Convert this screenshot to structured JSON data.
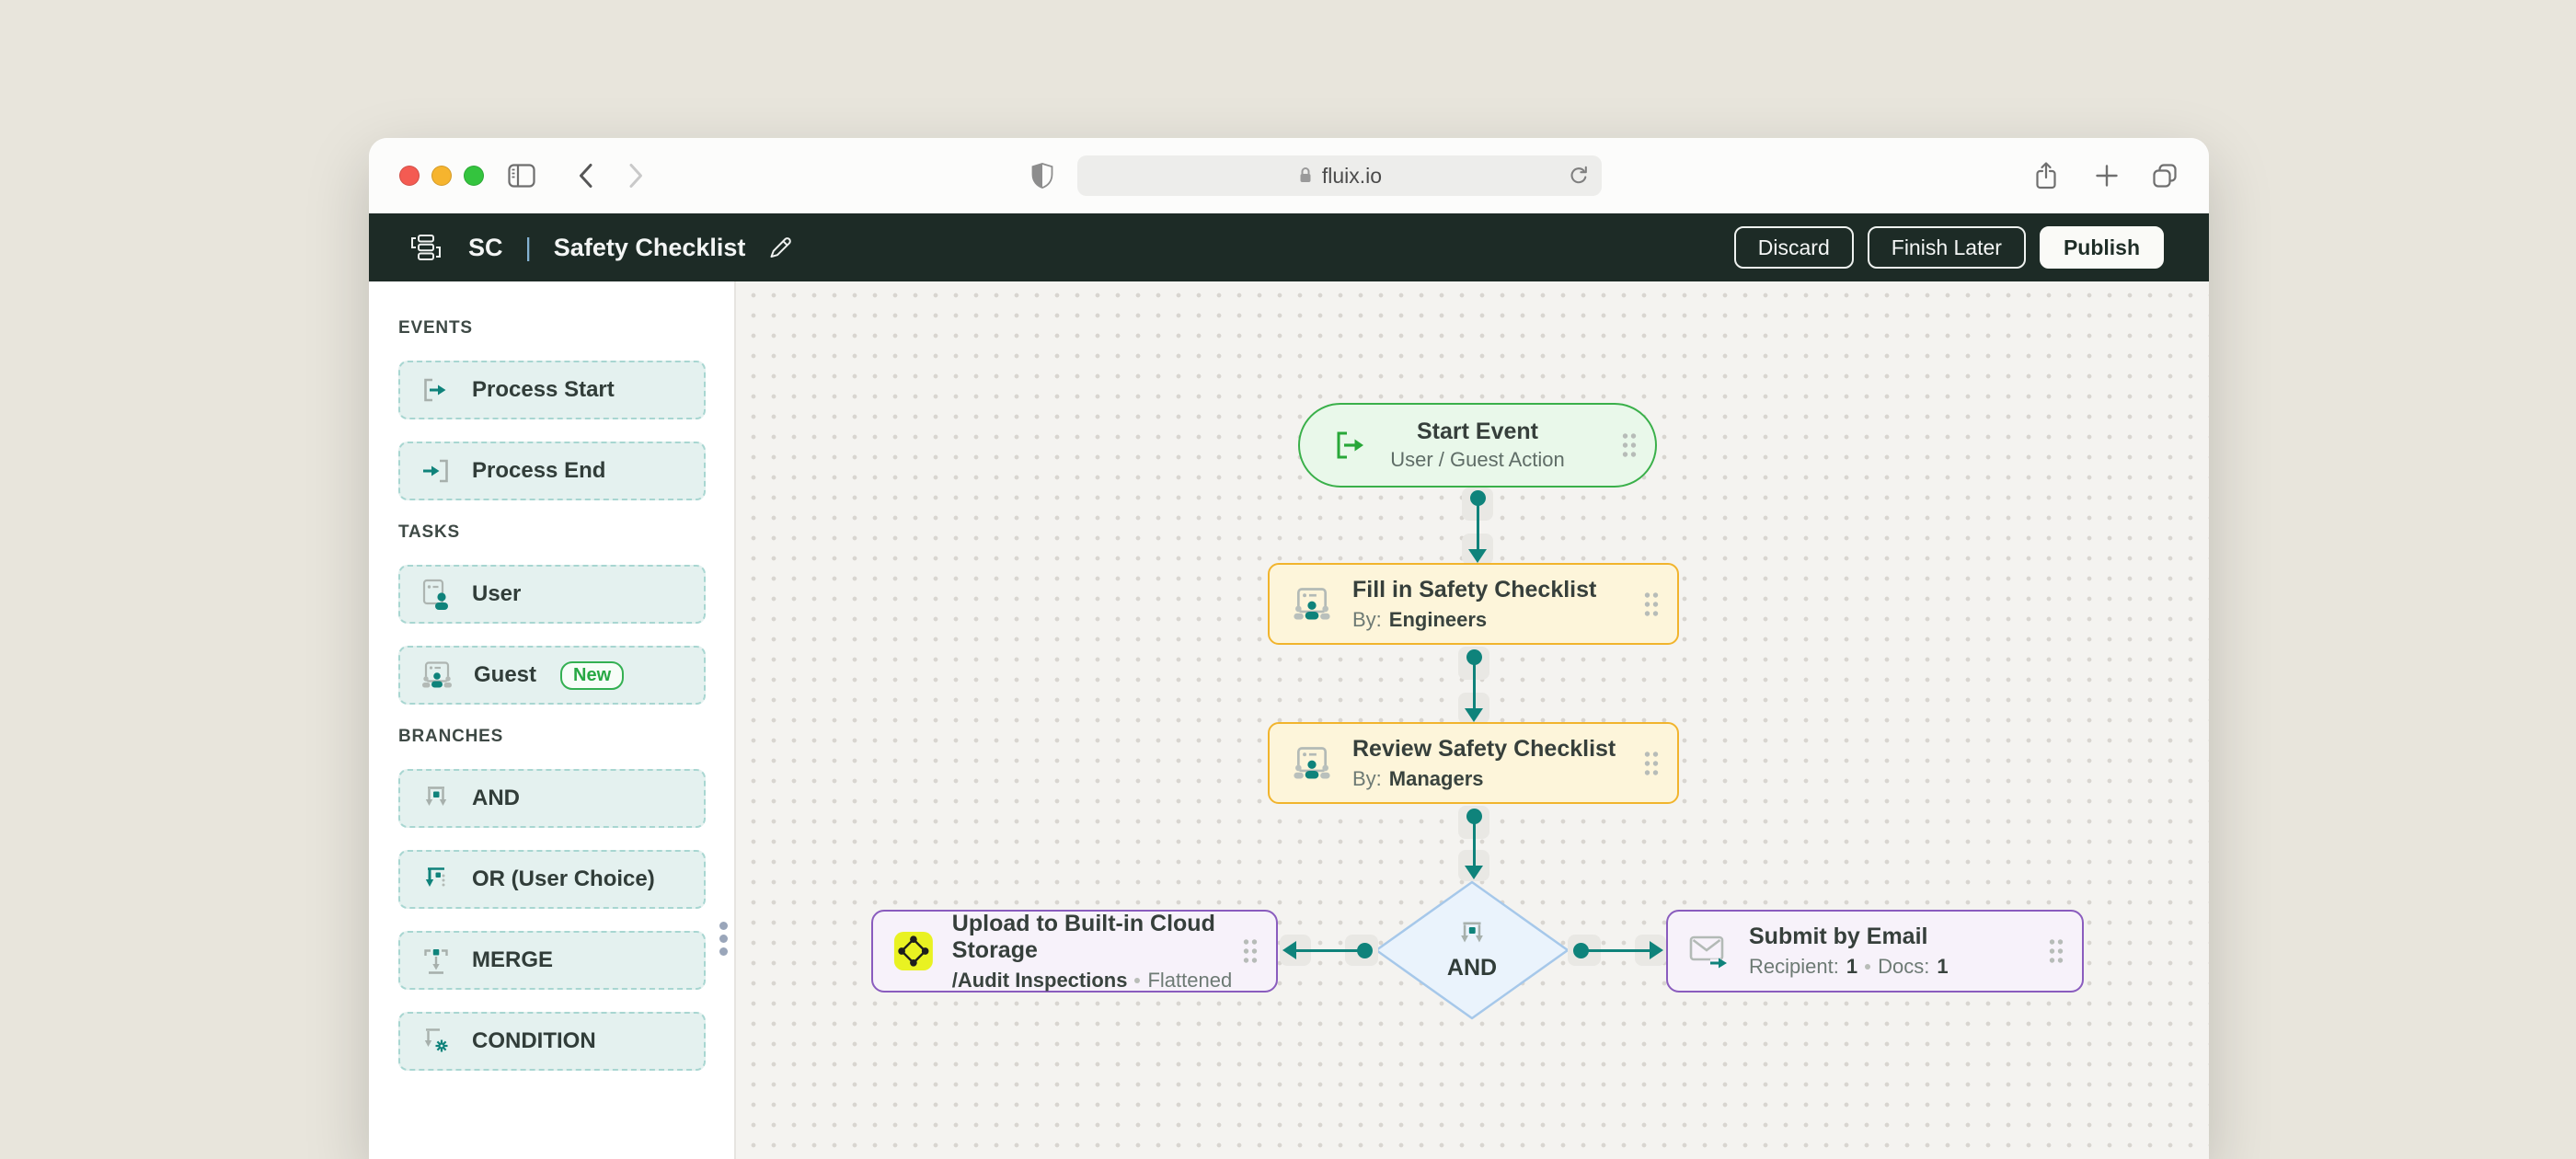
{
  "browser": {
    "url": "fluix.io"
  },
  "app_header": {
    "initials": "SC",
    "divider": "|",
    "title": "Safety Checklist",
    "buttons": {
      "discard": "Discard",
      "finish_later": "Finish Later",
      "publish": "Publish"
    }
  },
  "sidebar": {
    "sections": [
      {
        "label": "EVENTS",
        "items": [
          {
            "label": "Process Start",
            "icon": "process-start-icon"
          },
          {
            "label": "Process End",
            "icon": "process-end-icon"
          }
        ]
      },
      {
        "label": "TASKS",
        "items": [
          {
            "label": "User",
            "icon": "user-task-icon"
          },
          {
            "label": "Guest",
            "icon": "guest-task-icon",
            "badge": "New"
          }
        ]
      },
      {
        "label": "BRANCHES",
        "items": [
          {
            "label": "AND",
            "icon": "and-branch-icon"
          },
          {
            "label": "OR (User Choice)",
            "icon": "or-branch-icon"
          },
          {
            "label": "MERGE",
            "icon": "merge-branch-icon"
          },
          {
            "label": "CONDITION",
            "icon": "condition-branch-icon"
          }
        ]
      }
    ]
  },
  "canvas": {
    "nodes": {
      "start": {
        "title": "Start Event",
        "subtitle": "User / Guest Action"
      },
      "fill_checklist": {
        "title": "Fill in Safety Checklist",
        "by_label": "By:",
        "assignee": "Engineers"
      },
      "review_checklist": {
        "title": "Review Safety Checklist",
        "by_label": "By:",
        "assignee": "Managers"
      },
      "and_gateway": {
        "label": "AND"
      },
      "upload": {
        "title": "Upload to Built-in Cloud Storage",
        "folder": "/Audit Inspections",
        "mode": "Flattened"
      },
      "email": {
        "title": "Submit by Email",
        "recipient_label": "Recipient:",
        "recipient_count": "1",
        "docs_label": "Docs:",
        "docs_count": "1"
      }
    }
  },
  "colors": {
    "accent_teal": "#0f837b",
    "header_bg": "#1d2b26",
    "start_green": "#3ab04a",
    "task_yellow": "#f1b42d",
    "output_purple": "#8a5cbe",
    "gateway_blue": "#a6c8ea",
    "badge_green": "#27a844",
    "desktop_bg": "#e8e5dc"
  }
}
